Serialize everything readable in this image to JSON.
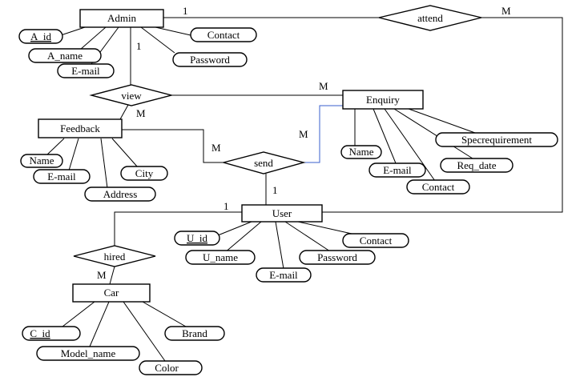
{
  "entities": {
    "admin": "Admin",
    "feedback": "Feedback",
    "enquiry": "Enquiry",
    "user": "User",
    "car": "Car"
  },
  "relationships": {
    "attend": "attend",
    "view": "view",
    "send": "send",
    "hired": "hired"
  },
  "attributes": {
    "admin": {
      "a_id": "A_id",
      "a_name": "A_name",
      "email": "E-mail",
      "contact": "Contact",
      "password": "Password"
    },
    "feedback": {
      "name": "Name",
      "email": "E-mail",
      "address": "Address",
      "city": "City"
    },
    "enquiry": {
      "name": "Name",
      "email": "E-mail",
      "contact": "Contact",
      "req_date": "Req_date",
      "specrequirement": "Specrequirement"
    },
    "user": {
      "u_id": "U_id",
      "u_name": "U_name",
      "email": "E-mail",
      "password": "Password",
      "contact": "Contact"
    },
    "car": {
      "c_id": "C_id",
      "model_name": "Model_name",
      "color": "Color",
      "brand": "Brand"
    }
  },
  "cardinalities": {
    "admin_attend": "1",
    "attend_user": "M",
    "admin_view": "1",
    "view_enquiry": "M",
    "view_feedback": "M",
    "feedback_send": "M",
    "send_enquiry": "M",
    "send_user": "1",
    "user_hired": "1",
    "hired_car": "M"
  }
}
